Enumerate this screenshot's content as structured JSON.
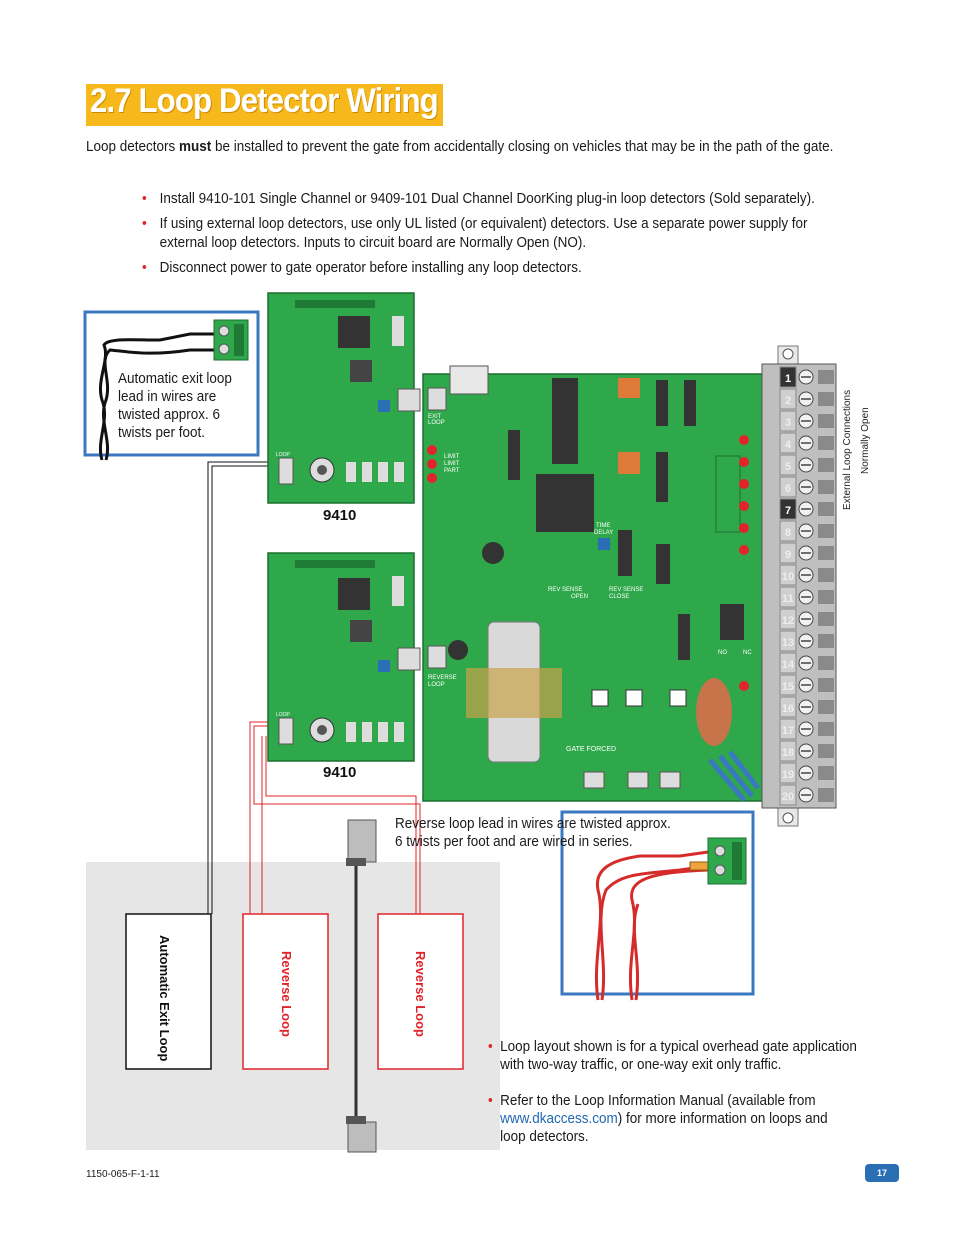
{
  "title": "2.7 Loop Detector Wiring",
  "intro": {
    "before": "Loop detectors ",
    "bold": "must",
    "after": " be installed to prevent the gate from accidentally closing on vehicles that may be in the path of the gate."
  },
  "bullets": [
    {
      "line1": "Install 9410-101 Single Channel or 9409-101 Dual Channel DoorKing plug-in loop detectors (Sold separately).",
      "line2": ""
    },
    {
      "line1": "If using external loop detectors, use only UL listed (or equivalent) detectors. Use a separate power supply for",
      "line2": "external loop detectors. Inputs to circuit board are Normally Open (NO)."
    },
    {
      "line1": "Disconnect power to gate operator before installing any loop detectors.",
      "line2": ""
    }
  ],
  "exit_note": [
    "Automatic exit loop",
    "lead in wires are",
    "twisted approx. 6",
    "twists per foot."
  ],
  "reverse_note": [
    "Reverse loop lead in wires are twisted approx.",
    "6 twists per foot and are wired in series."
  ],
  "detectors": {
    "top_label": "9410",
    "bottom_label": "9410",
    "loop_tag": "LOOP"
  },
  "board_labels": {
    "exit_loop": [
      "EXIT",
      "LOOP"
    ],
    "limit": [
      "LIMIT",
      "LIMIT",
      "PART"
    ],
    "time_delay": [
      "TIME",
      "DELAY"
    ],
    "rev_sense_open": [
      "REV SENSE",
      "OPEN"
    ],
    "rev_sense_close": [
      "REV SENSE",
      "CLOSE"
    ],
    "reverse_loop": [
      "REVERSE",
      "LOOP"
    ],
    "gate_forced": "GATE FORCED",
    "no": "NO",
    "nc": "NC"
  },
  "terminals": [
    "1",
    "2",
    "3",
    "4",
    "5",
    "6",
    "7",
    "8",
    "9",
    "10",
    "11",
    "12",
    "13",
    "14",
    "15",
    "16",
    "17",
    "18",
    "19",
    "20"
  ],
  "terminal_caption": {
    "line1": "External Loop Connections",
    "line2": "Normally Open"
  },
  "loops": {
    "exit": "Automatic Exit Loop",
    "reverse_a": "Reverse Loop",
    "reverse_b": "Reverse Loop"
  },
  "lower_bullets": [
    {
      "line1": "Loop layout shown is for a typical overhead gate application",
      "line2": "with two-way traffic, or one-way exit only traffic.",
      "line3_pre": "",
      "link": "",
      "line3_post": "",
      "line4": ""
    },
    {
      "line1": "Refer to the Loop Information Manual (available from",
      "line2": "",
      "link": "www.dkaccess.com",
      "line3_post": ") for more information on loops and",
      "line4": "loop detectors."
    }
  ],
  "footer": {
    "code": "1150-065-F-1-11",
    "page": "17"
  },
  "colors": {
    "title_bg": "#f7b81c",
    "board_green": "#2ea84a",
    "bullet_red": "#e2232a",
    "frame_blue": "#3b78c2",
    "loop_red": "#e2232a",
    "road_grey": "#e6e6e6"
  }
}
